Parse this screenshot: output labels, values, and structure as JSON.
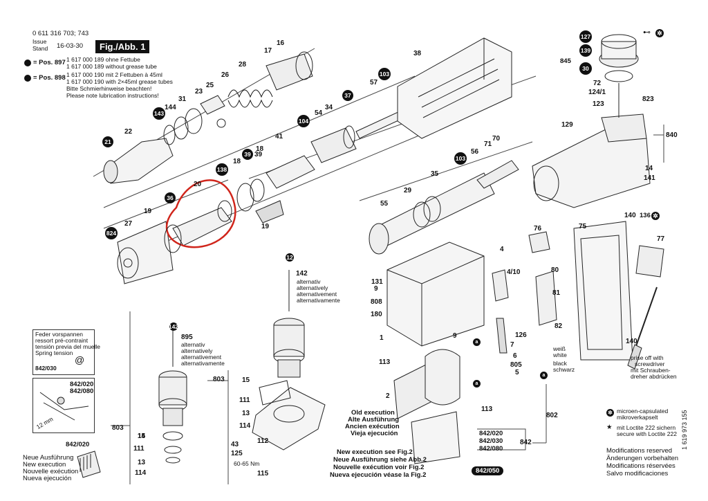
{
  "header": {
    "part_number": "0 611 316 703; 743",
    "issue_label": "Issue",
    "stand_label": "Stand",
    "issue_date": "16-03-30",
    "fig_label": "Fig./Abb. 1"
  },
  "notes": {
    "pos897": "= Pos. 897",
    "pos897_line1": "1 617 000 189 ohne Fettube",
    "pos897_line2": "1 617 000 189 without grease tube",
    "pos898": "= Pos. 898",
    "pos898_line1": "1 617 000 190 mit 2 Fettuben à 45ml",
    "pos898_line2": "1 617 000 190 with 2×45ml grease tubes",
    "pos898_line3": "Bitte Schmierhinweise beachten!",
    "pos898_line4": "Please note lubrication instructions!"
  },
  "spring_box": {
    "l1": "Feder vorspannen",
    "l2": "ressort pré-contraint",
    "l3": "tensión previa del muelle",
    "l4": "Spring tension",
    "ref": "842/030"
  },
  "ref_box2": {
    "a": "842/020",
    "b": "842/080",
    "dim": "12 mm"
  },
  "new_exec_box": {
    "ref": "842/020",
    "l1": "Neue Ausführung",
    "l2": "New execution",
    "l3": "Nouvelle exécution",
    "l4": "Nueva ejecución"
  },
  "alt_142": {
    "l1": "alternativ",
    "l2": "alternatively",
    "l3": "alternativement",
    "l4": "alternativamente"
  },
  "alt_895": {
    "l1": "alternativ",
    "l2": "alternatively",
    "l3": "alternativement",
    "l4": "alternativamente"
  },
  "torque": "60-65 Nm",
  "old_exec": {
    "l1": "Old execution",
    "l2": "Alte Ausführung",
    "l3": "Ancien exécution",
    "l4": "Vieja ejecución"
  },
  "new_exec_fig2": {
    "l1": "New execution see Fig.2",
    "l2": "Neue Ausführung siehe Abb.2",
    "l3": "Nouvelle exécution voir Fig.2",
    "l4": "Nueva ejecución véase la Fig.2"
  },
  "wire_colors": {
    "white_de": "weiß",
    "white_en": "white",
    "black_en": "black",
    "black_de": "schwarz"
  },
  "prise": {
    "l1": "prise off with",
    "l2": "screwdriver",
    "l3": "mit Schrauben-",
    "l4": "dreher abdrücken"
  },
  "legend": {
    "micro_l1": "microen-capsulated",
    "micro_l2": "mikroverkapselt",
    "loctite_l1": "mit Loctite 222 sichern",
    "loctite_l2": "secure with Loctite 222"
  },
  "footer": {
    "l1": "Modifications reserved",
    "l2": "Änderungen vorbehalten",
    "l3": "Modifications réservées",
    "l4": "Salvo modificaciones"
  },
  "doc_id": "1 619 973 155",
  "callouts_plain": [
    "16",
    "17",
    "28",
    "26",
    "25",
    "23",
    "31",
    "144",
    "22",
    "19",
    "27",
    "20",
    "18",
    "19",
    "41",
    "34",
    "54",
    "57",
    "38",
    "35",
    "29",
    "55",
    "56",
    "71",
    "70",
    "72",
    "124/1",
    "123",
    "823",
    "840",
    "129",
    "14",
    "141",
    "140",
    "140",
    "76",
    "75",
    "77",
    "4",
    "4/10",
    "80",
    "81",
    "82",
    "7",
    "126",
    "6",
    "805",
    "5",
    "131",
    "9",
    "808",
    "180",
    "1",
    "9",
    "113",
    "2",
    "113",
    "802",
    "842",
    "15",
    "111",
    "13",
    "114",
    "125",
    "112",
    "115",
    "43",
    "803",
    "14",
    "111",
    "13",
    "114",
    "15",
    "803",
    "142",
    "895",
    "39",
    "18",
    "12"
  ],
  "callouts_black": [
    "21",
    "143",
    "36",
    "824",
    "138",
    "39",
    "104",
    "37",
    "103",
    "103",
    "127",
    "139",
    "845",
    "30",
    "136",
    "12",
    "142"
  ],
  "callouts_boxed": [
    "842/020",
    "842/030",
    "842/080",
    "842/050"
  ]
}
